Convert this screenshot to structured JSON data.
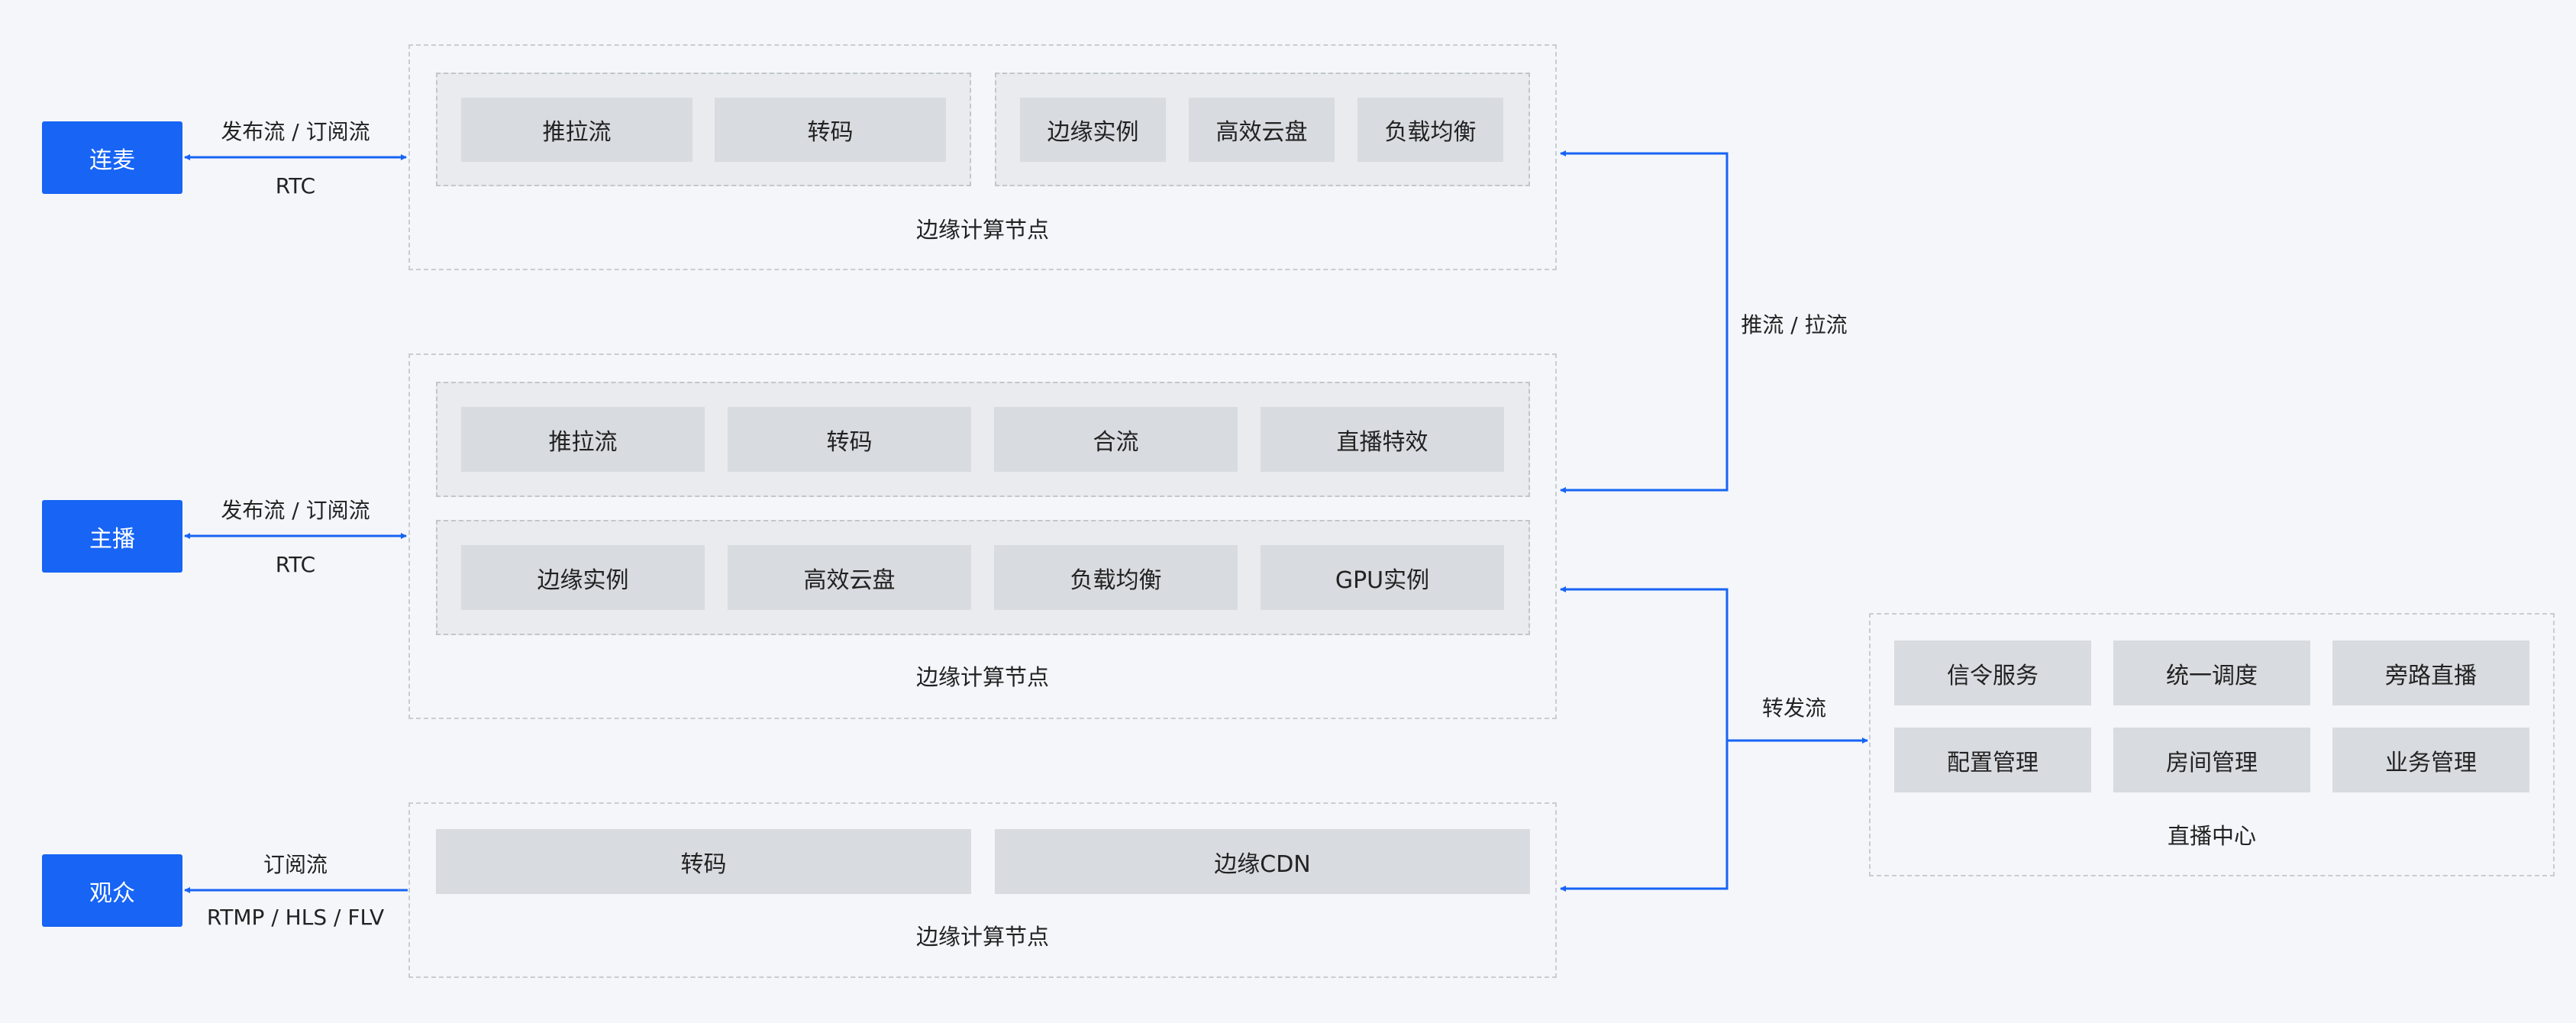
{
  "actors": {
    "lianmai": "连麦",
    "zhubo": "主播",
    "guanzhong": "观众"
  },
  "links": {
    "lianmai_top": "发布流 / 订阅流",
    "lianmai_bottom": "RTC",
    "zhubo_top": "发布流 / 订阅流",
    "zhubo_bottom": "RTC",
    "guanzhong_top": "订阅流",
    "guanzhong_bottom": "RTMP / HLS / FLV",
    "push_pull": "推流 / 拉流",
    "forward": "转发流"
  },
  "node1": {
    "caption": "边缘计算节点",
    "group_a": [
      "推拉流",
      "转码"
    ],
    "group_b": [
      "边缘实例",
      "高效云盘",
      "负载均衡"
    ]
  },
  "node2": {
    "caption": "边缘计算节点",
    "row1": [
      "推拉流",
      "转码",
      "合流",
      "直播特效"
    ],
    "row2": [
      "边缘实例",
      "高效云盘",
      "负载均衡",
      "GPU实例"
    ]
  },
  "node3": {
    "caption": "边缘计算节点",
    "cells": [
      "转码",
      "边缘CDN"
    ]
  },
  "center": {
    "caption": "直播中心",
    "row1": [
      "信令服务",
      "统一调度",
      "旁路直播"
    ],
    "row2": [
      "配置管理",
      "房间管理",
      "业务管理"
    ]
  },
  "colors": {
    "accent": "#1764f5",
    "background": "#f4f6f9",
    "cell": "#d8dbdf",
    "inner": "#e9ebee"
  }
}
